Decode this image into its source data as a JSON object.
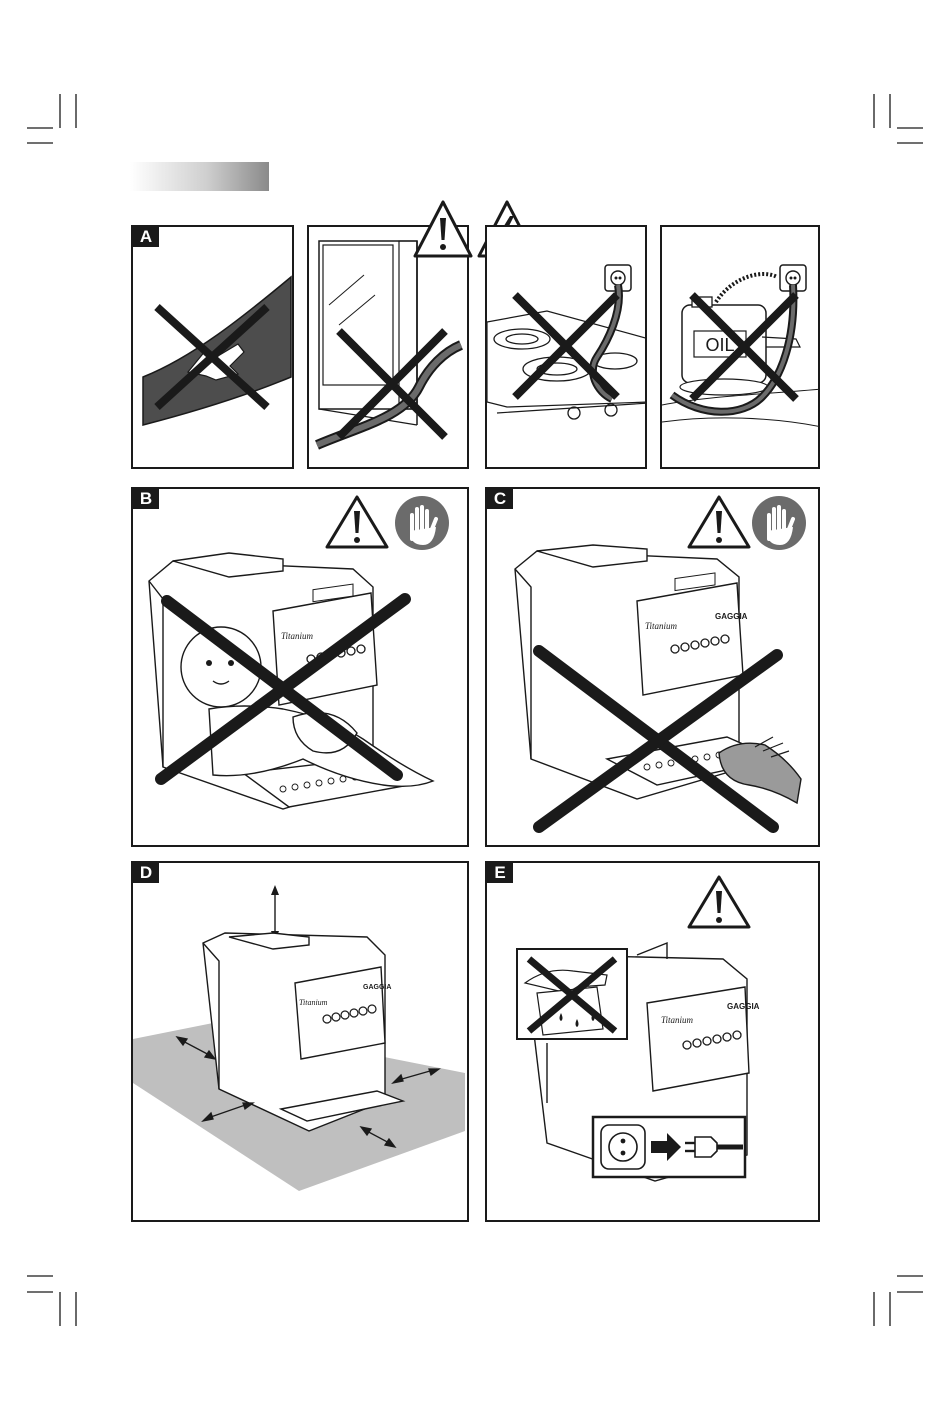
{
  "panels": {
    "a": {
      "label": "A"
    },
    "b": {
      "label": "B"
    },
    "c": {
      "label": "C"
    },
    "d": {
      "label": "D"
    },
    "e": {
      "label": "E"
    }
  },
  "machine": {
    "brand": "GAGGIA",
    "model": "Titanium"
  },
  "canister": {
    "label": "OIL"
  },
  "icons": [
    "warning-triangle-icon",
    "electric-shock-warning-icon",
    "stop-hand-icon",
    "prohibited-cross-icon",
    "wall-socket-icon",
    "power-plug-icon"
  ]
}
